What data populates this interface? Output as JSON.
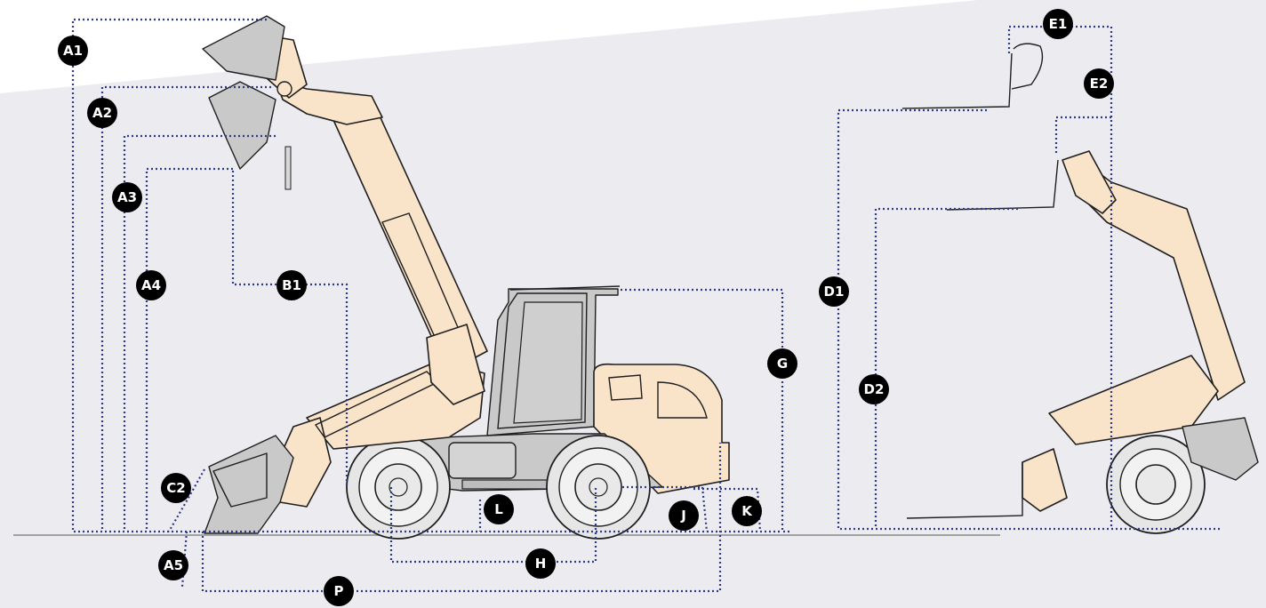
{
  "colors": {
    "background_band": "#ececf0",
    "machine_body": "#f9e3c9",
    "dimension_line": "#2e3a86",
    "badge": "#0d3d8c",
    "outline": "#1f1f1f",
    "ghost_bucket": "#c9c9c9"
  },
  "labels": {
    "A1": "A1",
    "A2": "A2",
    "A3": "A3",
    "A4": "A4",
    "A5": "A5",
    "B1": "B1",
    "C2": "C2",
    "D1": "D1",
    "D2": "D2",
    "E1": "E1",
    "E2": "E2",
    "G": "G",
    "H": "H",
    "J": "J",
    "K": "K",
    "L": "L",
    "P": "P"
  }
}
